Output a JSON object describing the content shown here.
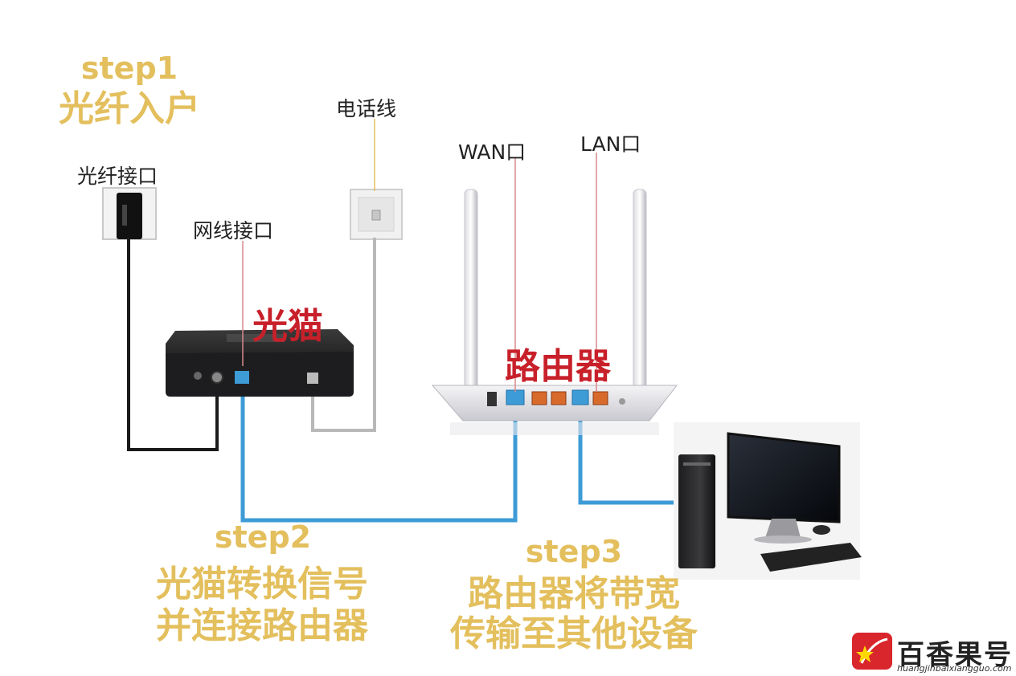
{
  "steps": {
    "step1": {
      "title": "step1",
      "lines": [
        "光纤入户"
      ]
    },
    "step2": {
      "title": "step2",
      "lines": [
        "光猫转换信号",
        "并连接路由器"
      ]
    },
    "step3": {
      "title": "step3",
      "lines": [
        "路由器将带宽",
        "传输至其他设备"
      ]
    }
  },
  "labels": {
    "fiber_port": "光纤接口",
    "ethernet_port": "网线接口",
    "phone_line": "电话线",
    "wan_port": "WAN口",
    "lan_port": "LAN口"
  },
  "devices": {
    "modem": "光猫",
    "router": "路由器"
  },
  "watermark": {
    "name": "百香果号",
    "url": "huangjinbaixiangguo.com"
  },
  "colors": {
    "step_text": "#e3bf5d",
    "device_label": "#c8202a",
    "ethernet_cable": "#3d9bd6",
    "fiber_cable": "#1a1a1a",
    "phone_cable": "#b8b8b8",
    "pointer_line": "#d98a8a"
  }
}
